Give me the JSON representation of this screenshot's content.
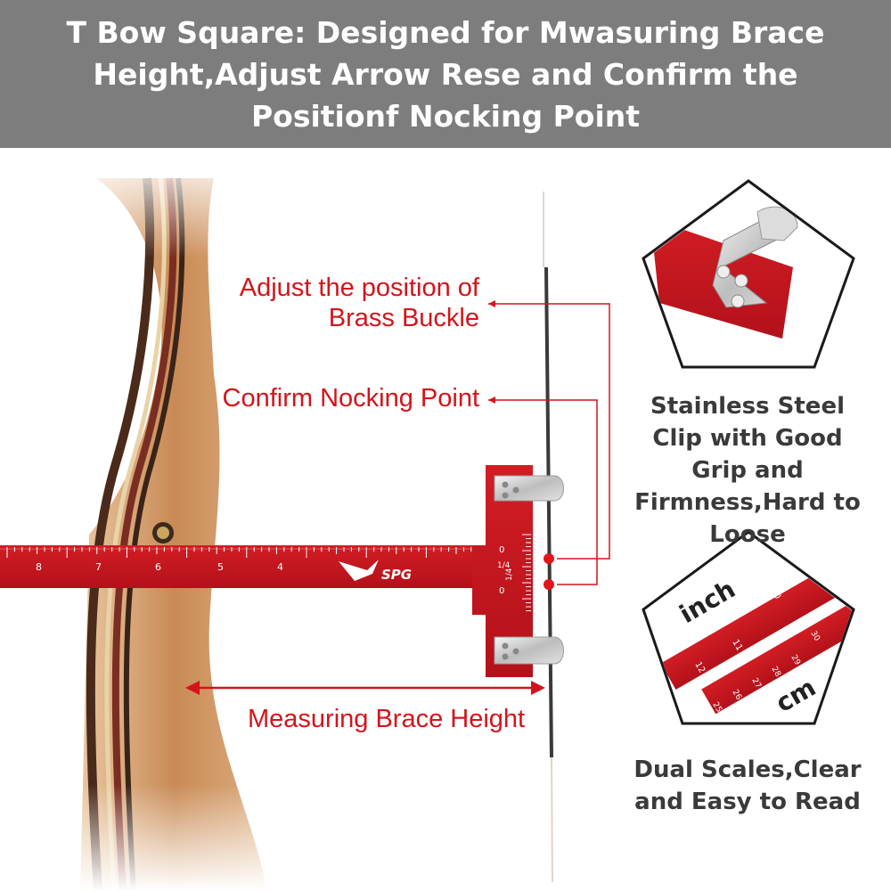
{
  "banner": {
    "title": "T Bow Square: Designed for Mwasuring Brace Height,Adjust Arrow Rese and Confirm the Positionf Nocking Point"
  },
  "callouts": {
    "brass_buckle_line1": "Adjust the position of",
    "brass_buckle_line2": "Brass Buckle",
    "nocking_point": "Confirm Nocking Point",
    "brace_height": "Measuring Brace Height"
  },
  "tool": {
    "brand": "SPG",
    "fraction_top": "1/4",
    "fraction_bottom": "1/4",
    "arm_scale": [
      "8",
      "7",
      "6",
      "5",
      "4"
    ],
    "head_scale": [
      "0",
      "0"
    ]
  },
  "features": {
    "clip_caption": "Stainless Steel Clip with Good Grip and Firmness,Hard to Loose",
    "scales_caption": "Dual Scales,Clear and Easy to Read",
    "inch_label": "inch",
    "cm_label": "cm",
    "inch_numbers": [
      "10",
      "11",
      "12"
    ],
    "cm_numbers": [
      "30",
      "29",
      "28",
      "27",
      "26",
      "25"
    ],
    "clip_scale_number": "0"
  },
  "colors": {
    "banner": "#7d7d7d",
    "accent_red": "#d3141b",
    "tool_red": "#c8141c",
    "wood": "#c98a55"
  }
}
